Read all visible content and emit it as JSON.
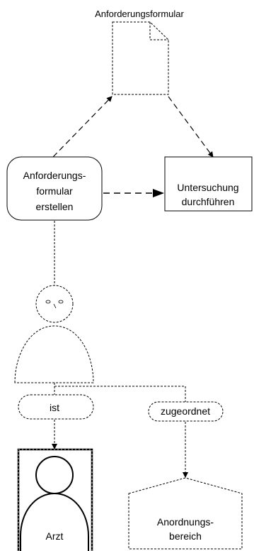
{
  "document": {
    "label": "Anforderungsformular"
  },
  "activity": {
    "line1": "Anforderungs-",
    "line2": "formular",
    "line3": "erstellen"
  },
  "task": {
    "line1": "Untersuchung",
    "line2": "durchführen"
  },
  "relation_ist": {
    "label": "ist"
  },
  "relation_zugeordnet": {
    "label": "zugeordnet"
  },
  "role": {
    "label": "Arzt"
  },
  "org_unit": {
    "line1": "Anordnungs-",
    "line2": "bereich"
  }
}
